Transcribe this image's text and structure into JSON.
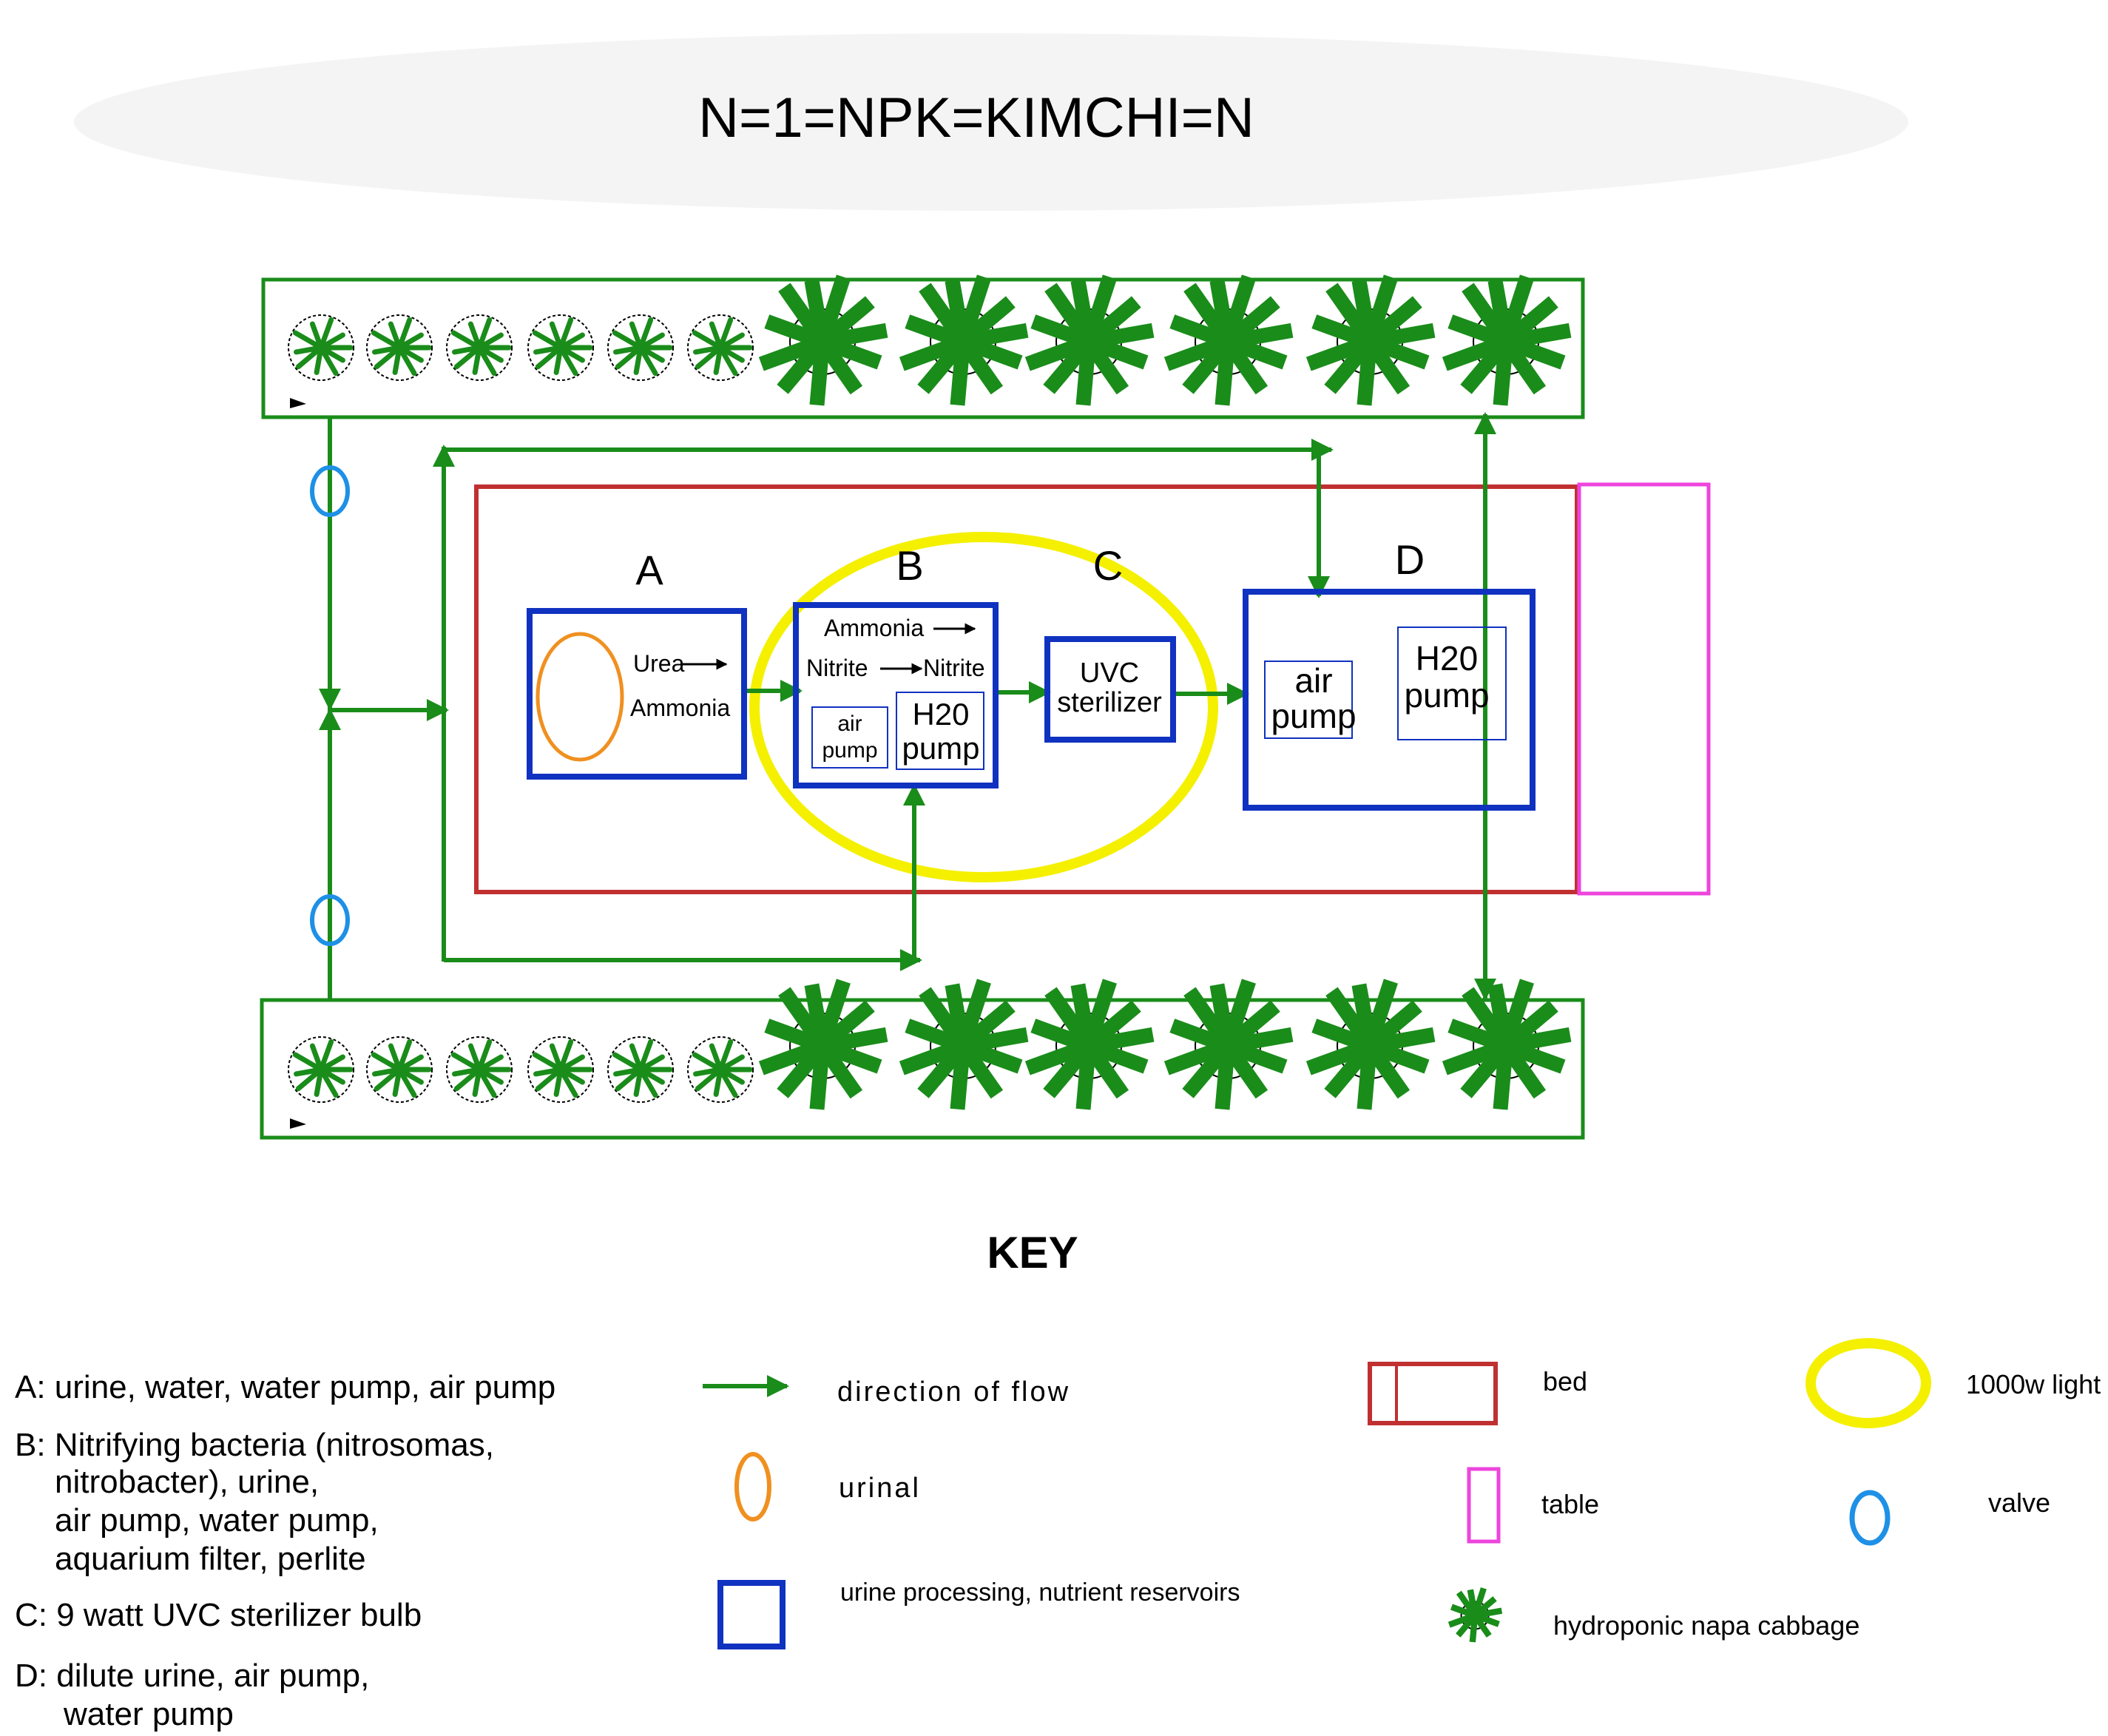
{
  "title": "N=1=NPK=KIMCHI=N",
  "diagram": {
    "units": {
      "A": {
        "letter": "A",
        "line1": "Urea",
        "line2": "Ammonia"
      },
      "B": {
        "letter": "B",
        "line1": "Ammonia",
        "line2a": "Nitrite",
        "line2b": "Nitrite",
        "air1": "air",
        "air2": "pump",
        "h2o1": "H20",
        "h2o2": "pump"
      },
      "C": {
        "letter": "C",
        "line1": "UVC",
        "line2": "sterilizer"
      },
      "D": {
        "letter": "D",
        "air1": "air",
        "air2": "pump",
        "h2o1": "H20",
        "h2o2": "pump"
      }
    }
  },
  "key": {
    "heading": "KEY",
    "descriptions": {
      "A": "A: urine, water, water pump, air pump",
      "B1": "B: Nitrifying bacteria (nitrosomas,",
      "B2": "nitrobacter), urine,",
      "B3": "air pump, water pump,",
      "B4": "aquarium filter, perlite",
      "C": "C: 9 watt UVC sterilizer bulb",
      "D1": "D: dilute urine, air pump,",
      "D2": "water pump"
    },
    "legend": {
      "flow": "direction of flow",
      "urinal": "urinal",
      "reservoir": "urine processing, nutrient reservoirs",
      "bed": "bed",
      "table": "table",
      "cabbage": "hydroponic napa cabbage",
      "light": "1000w light",
      "valve": "valve"
    }
  },
  "colors": {
    "green": "#1a8c1a",
    "blue": "#1032c0",
    "red": "#c03030",
    "magenta": "#ee44dd",
    "yellow": "#f4f000",
    "orange": "#f09020",
    "valve": "#1e90e6"
  }
}
